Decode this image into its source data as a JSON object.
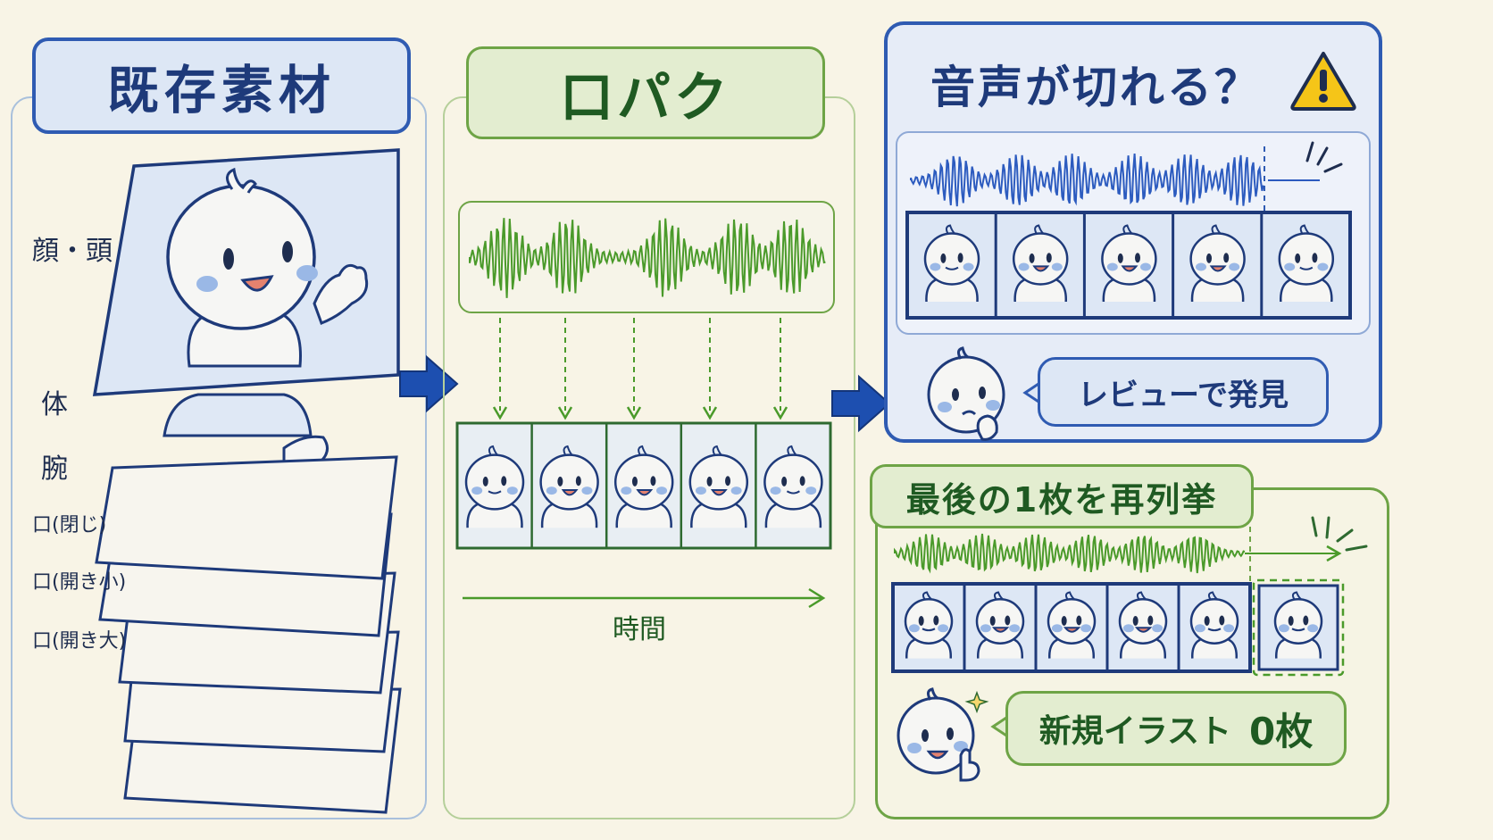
{
  "panels": {
    "assets": {
      "title": "既存素材",
      "layers": [
        "顔・頭",
        "体",
        "腕",
        "口(閉じ)",
        "口(開き小)",
        "口(開き大)"
      ]
    },
    "lipsync": {
      "title": "口パク",
      "time_label": "時間"
    },
    "issue": {
      "title": "音声が切れる？",
      "warning_icon": "warning-icon",
      "speech": "レビューで発見"
    },
    "solution": {
      "title": "最後の1枚を再列挙",
      "speech_text": "新規イラスト",
      "speech_count": "0枚"
    }
  },
  "colors": {
    "background": "#f8f4e6",
    "blue": "#1e3a7a",
    "blue_fill": "#dde7f5",
    "green": "#2e7d32",
    "green_fill": "#e3edd0",
    "waveform_green": "#4a9a2a",
    "waveform_blue": "#2c5bbf",
    "arrow_blue": "#1d4fb0",
    "warning_yellow": "#f5c518"
  }
}
